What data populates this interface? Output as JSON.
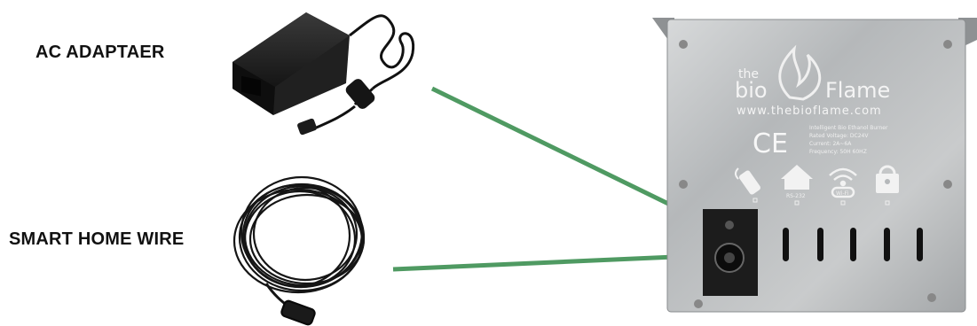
{
  "labels": {
    "ac_adapter": "AC ADAPTAER",
    "smart_home_wire": "SMART HOME WIRE"
  },
  "panel": {
    "brand_the": "the",
    "brand_bio": "bio",
    "brand_flame": "Flame",
    "website": "www.thebioflame.com",
    "ce_mark": "CE",
    "spec_lines": [
      "Intelligent Bio Ethanol Burner",
      "Rated Voltage: DC24V",
      "Current: 2A~6A",
      "Frequency: 50H  60HZ"
    ],
    "rs232_label": "RS-232",
    "wifi_label": "Wi-Fi"
  },
  "colors": {
    "arrow": "#4f9a62",
    "panel_steel": "#b9bcbe",
    "text_dark": "#111111"
  }
}
